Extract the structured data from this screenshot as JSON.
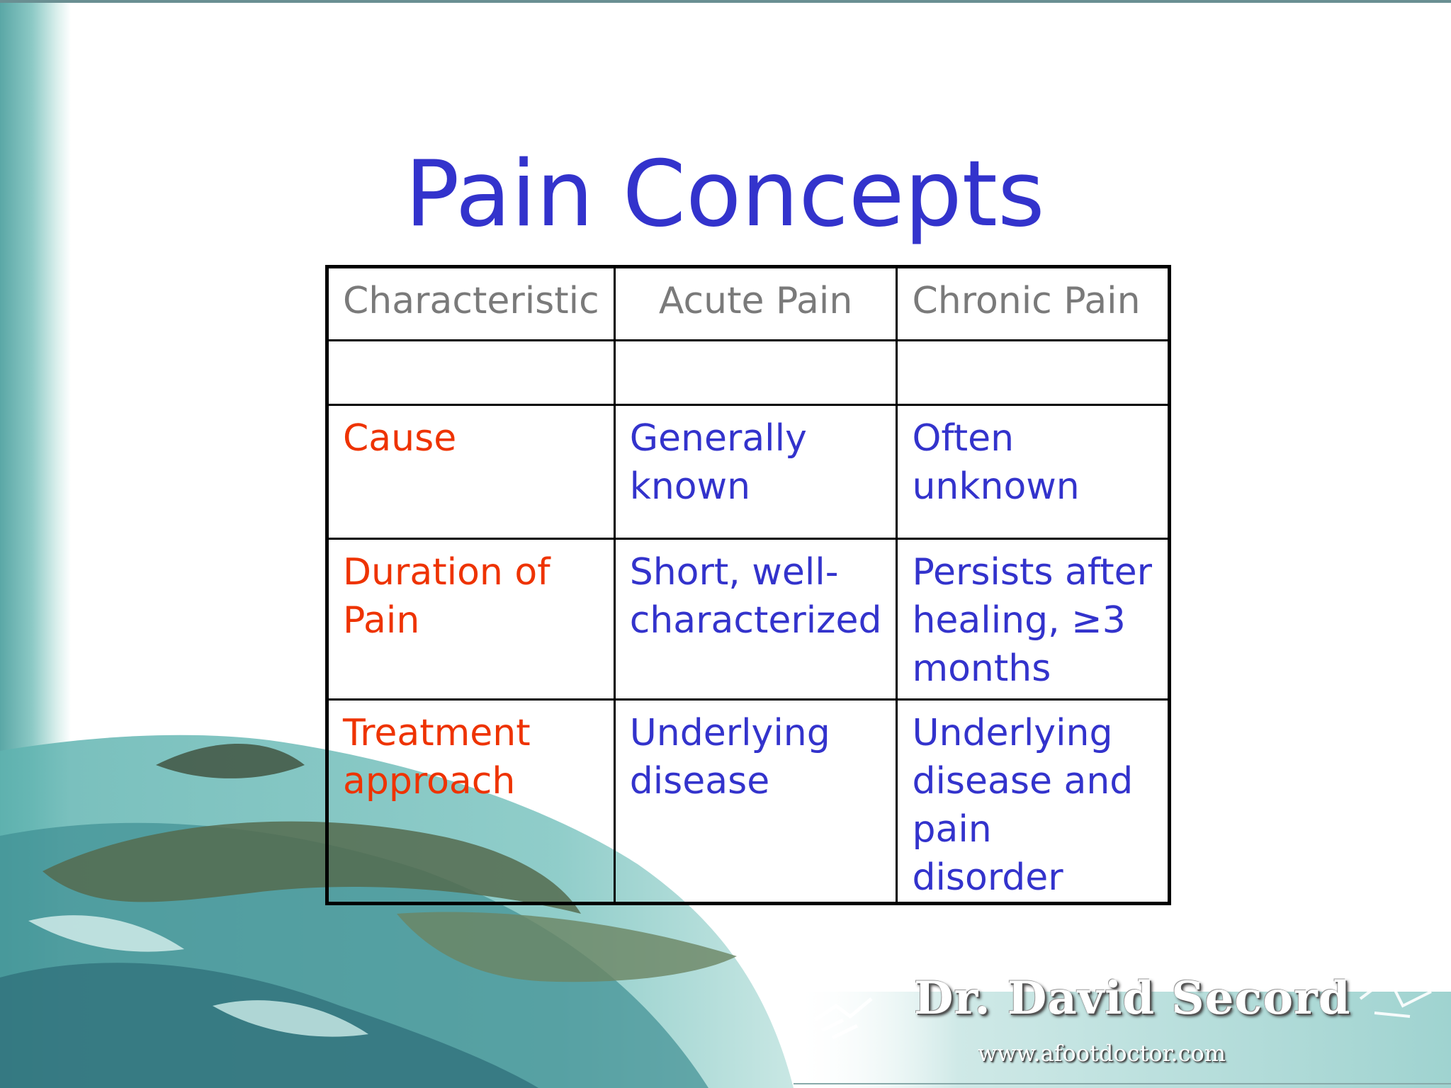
{
  "slide": {
    "title": "Pain Concepts"
  },
  "table": {
    "headers": [
      "Characteristic",
      "Acute Pain",
      "Chronic Pain"
    ],
    "rows": [
      {
        "label": "Cause",
        "acute": "Generally\nknown",
        "chronic": "Often\nunknown"
      },
      {
        "label": "Duration of\nPain",
        "acute": "Short, well-\ncharacterized",
        "chronic": "Persists after\nhealing, ≥3\nmonths"
      },
      {
        "label": "Treatment\napproach",
        "acute": "Underlying\ndisease",
        "chronic": "Underlying\ndisease and\npain disorder"
      }
    ]
  },
  "branding": {
    "name": "Dr. David Secord",
    "url": "www.afootdoctor.com"
  },
  "colors": {
    "title": "#3333cc",
    "header_text": "#7a7a7a",
    "row_label": "#ee3300",
    "cell_value": "#3333cc",
    "background_accent": "#5aa7a6"
  }
}
